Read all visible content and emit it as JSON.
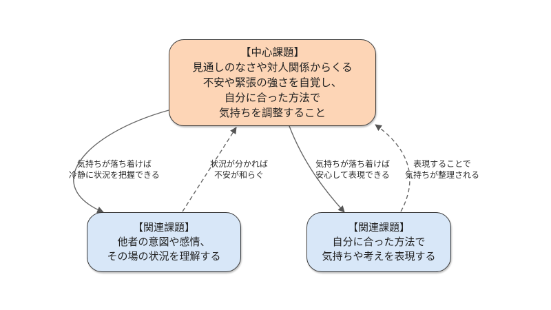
{
  "diagram": {
    "center": {
      "lines": [
        "【中心課題】",
        "見通しのなさや対人関係からくる",
        "不安や緊張の強さを自覚し、",
        "自分に合った方法で",
        "気持ちを調整すること"
      ],
      "fill": "#fdd5b6"
    },
    "related_left": {
      "lines": [
        "【関連課題】",
        "他者の意図や感情、",
        "その場の状況を理解する"
      ],
      "fill": "#d8e7f8"
    },
    "related_right": {
      "lines": [
        "【関連課題】",
        "自分に合った方法で",
        "気持ちや考えを表現する"
      ],
      "fill": "#d8e7f8"
    },
    "edges": [
      {
        "from": "center",
        "to": "related_left",
        "style": "solid",
        "label": [
          "気持ちが落ち着けば",
          "冷静に状況を把握できる"
        ]
      },
      {
        "from": "related_left",
        "to": "center",
        "style": "dashed",
        "label": [
          "状況が分かれば",
          "不安が和らぐ"
        ]
      },
      {
        "from": "center",
        "to": "related_right",
        "style": "solid",
        "label": [
          "気持ちが落ち着けば",
          "安心して表現できる"
        ]
      },
      {
        "from": "related_right",
        "to": "center",
        "style": "dashed",
        "label": [
          "表現することで",
          "気持ちが整理される"
        ]
      }
    ],
    "edge_color": "#555555"
  }
}
